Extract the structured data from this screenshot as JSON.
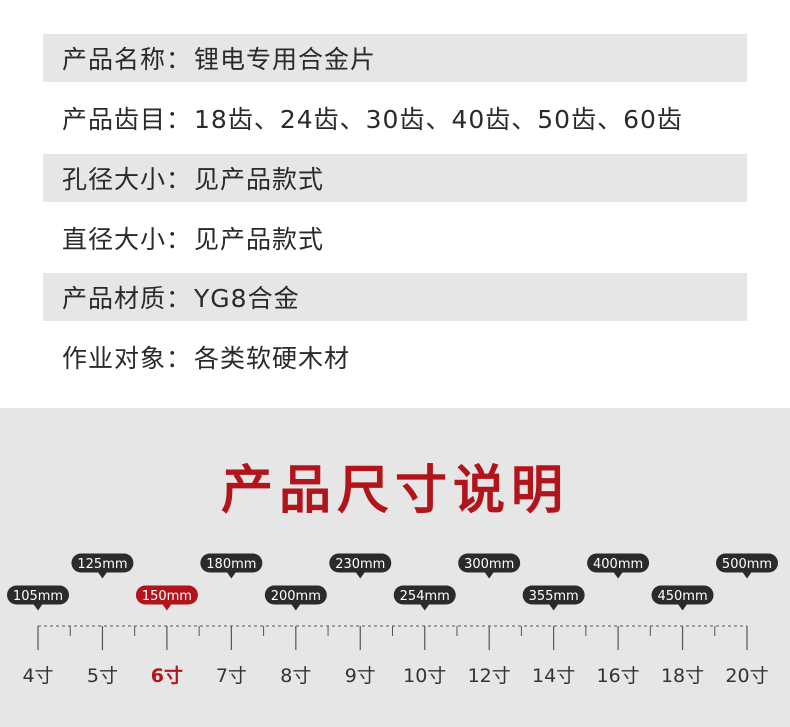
{
  "specs": [
    {
      "label": "产品名称：",
      "value": "锂电专用合金片"
    },
    {
      "label": "产品齿目：",
      "value": "18齿、24齿、30齿、40齿、50齿、60齿"
    },
    {
      "label": "孔径大小：",
      "value": "见产品款式"
    },
    {
      "label": "直径大小：",
      "value": "见产品款式"
    },
    {
      "label": "产品材质：",
      "value": "YG8合金"
    },
    {
      "label": "作业对象：",
      "value": "各类软硬木材"
    }
  ],
  "size_section": {
    "title": "产品尺寸说明",
    "accent_color": "#b2141b",
    "badge_color": "#2b2b2b",
    "sizes": [
      {
        "inch": "4寸",
        "mm": "105mm",
        "highlight": false
      },
      {
        "inch": "5寸",
        "mm": "125mm",
        "highlight": false
      },
      {
        "inch": "6寸",
        "mm": "150mm",
        "highlight": true
      },
      {
        "inch": "7寸",
        "mm": "180mm",
        "highlight": false
      },
      {
        "inch": "8寸",
        "mm": "200mm",
        "highlight": false
      },
      {
        "inch": "9寸",
        "mm": "230mm",
        "highlight": false
      },
      {
        "inch": "10寸",
        "mm": "254mm",
        "highlight": false
      },
      {
        "inch": "12寸",
        "mm": "300mm",
        "highlight": false
      },
      {
        "inch": "14寸",
        "mm": "355mm",
        "highlight": false
      },
      {
        "inch": "16寸",
        "mm": "400mm",
        "highlight": false
      },
      {
        "inch": "18寸",
        "mm": "450mm",
        "highlight": false
      },
      {
        "inch": "20寸",
        "mm": "500mm",
        "highlight": false
      }
    ]
  }
}
